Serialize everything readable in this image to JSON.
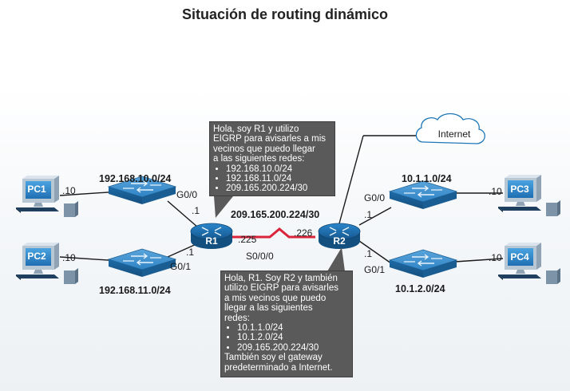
{
  "title": "Situación de routing dinámico",
  "pcs": {
    "pc1": "PC1",
    "pc2": "PC2",
    "pc3": "PC3",
    "pc4": "PC4"
  },
  "routers": {
    "r1": "R1",
    "r2": "R2"
  },
  "cloud": {
    "label": "Internet"
  },
  "networks": {
    "lan1": "192.168.10.0/24",
    "lan2": "192.168.11.0/24",
    "lan3": "10.1.1.0/24",
    "lan4": "10.1.2.0/24",
    "wan": "209.165.200.224/30"
  },
  "interfaces": {
    "pc1_host": ".10",
    "pc2_host": ".10",
    "pc3_host": ".10",
    "pc4_host": ".10",
    "r1_g00": "G0/0",
    "r1_g00_ip": ".1",
    "r1_g01": "G0/1",
    "r1_g01_ip": ".1",
    "r1_s000": "S0/0/0",
    "r1_s_ip": ".225",
    "r2_s_ip": ".226",
    "r2_g00": "G0/0",
    "r2_g00_ip": ".1",
    "r2_g01": "G0/1",
    "r2_g01_ip": ".1"
  },
  "callout_r1": {
    "lines": [
      "Hola, soy R1 y utilizo",
      "EIGRP para avisarles a mis",
      "vecinos que puedo llegar",
      "a las siguientes redes:"
    ],
    "items": [
      "192.168.10.0/24",
      "192.168.11.0/24",
      "209.165.200.224/30"
    ]
  },
  "callout_r2": {
    "lines": [
      "Hola, R1. Soy R2 y también",
      "utilizo EIGRP para avisarles",
      "a mis vecinos que puedo",
      "llegar a las siguientes",
      "redes:"
    ],
    "items": [
      "10.1.1.0/24",
      "10.1.2.0/24",
      "209.165.200.224/30"
    ],
    "footer": [
      "También soy el gateway",
      "predeterminado a Internet."
    ]
  },
  "colors": {
    "serial_link": "#d9243a",
    "device_blue": "#1e77b8",
    "callout_bg": "#5a5a5a"
  }
}
